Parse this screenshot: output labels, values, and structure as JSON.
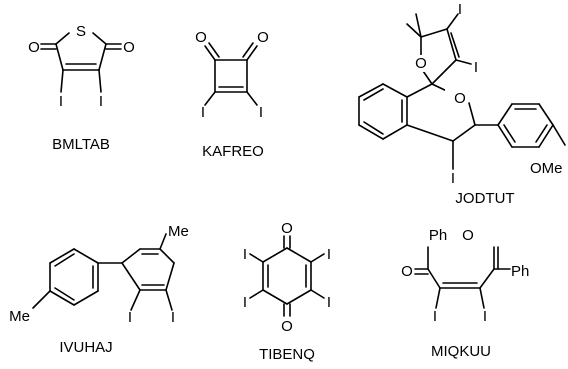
{
  "atoms": {
    "S": "S",
    "O": "O",
    "I": "I",
    "Me": "Me",
    "OMe": "OMe",
    "Ph": "Ph"
  },
  "molecules": [
    {
      "id": "bmltab",
      "label": "BMLTAB"
    },
    {
      "id": "kafreo",
      "label": "KAFREO"
    },
    {
      "id": "jodtut",
      "label": "JODTUT"
    },
    {
      "id": "ivuhaj",
      "label": "IVUHAJ"
    },
    {
      "id": "tibenq",
      "label": "TIBENQ"
    },
    {
      "id": "miqkuu",
      "label": "MIQKUU"
    }
  ]
}
